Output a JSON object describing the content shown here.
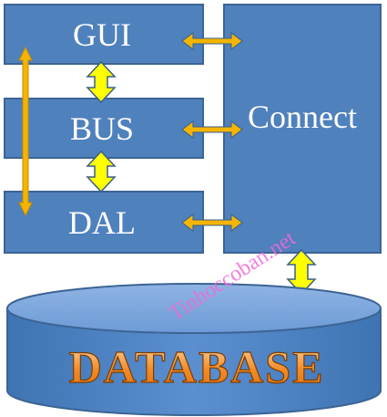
{
  "layers": {
    "gui": "GUI",
    "bus": "BUS",
    "dal": "DAL"
  },
  "connect": "Connect",
  "database": "DATABASE",
  "watermark": "Tinhoccoban.net",
  "colors": {
    "box_fill": "#4f81bd",
    "box_stroke": "#3c6494",
    "arrow_yellow": "#ffff00",
    "arrow_orange": "#f4b400",
    "db_text": "#f28c28",
    "watermark": "#f06ad6"
  }
}
